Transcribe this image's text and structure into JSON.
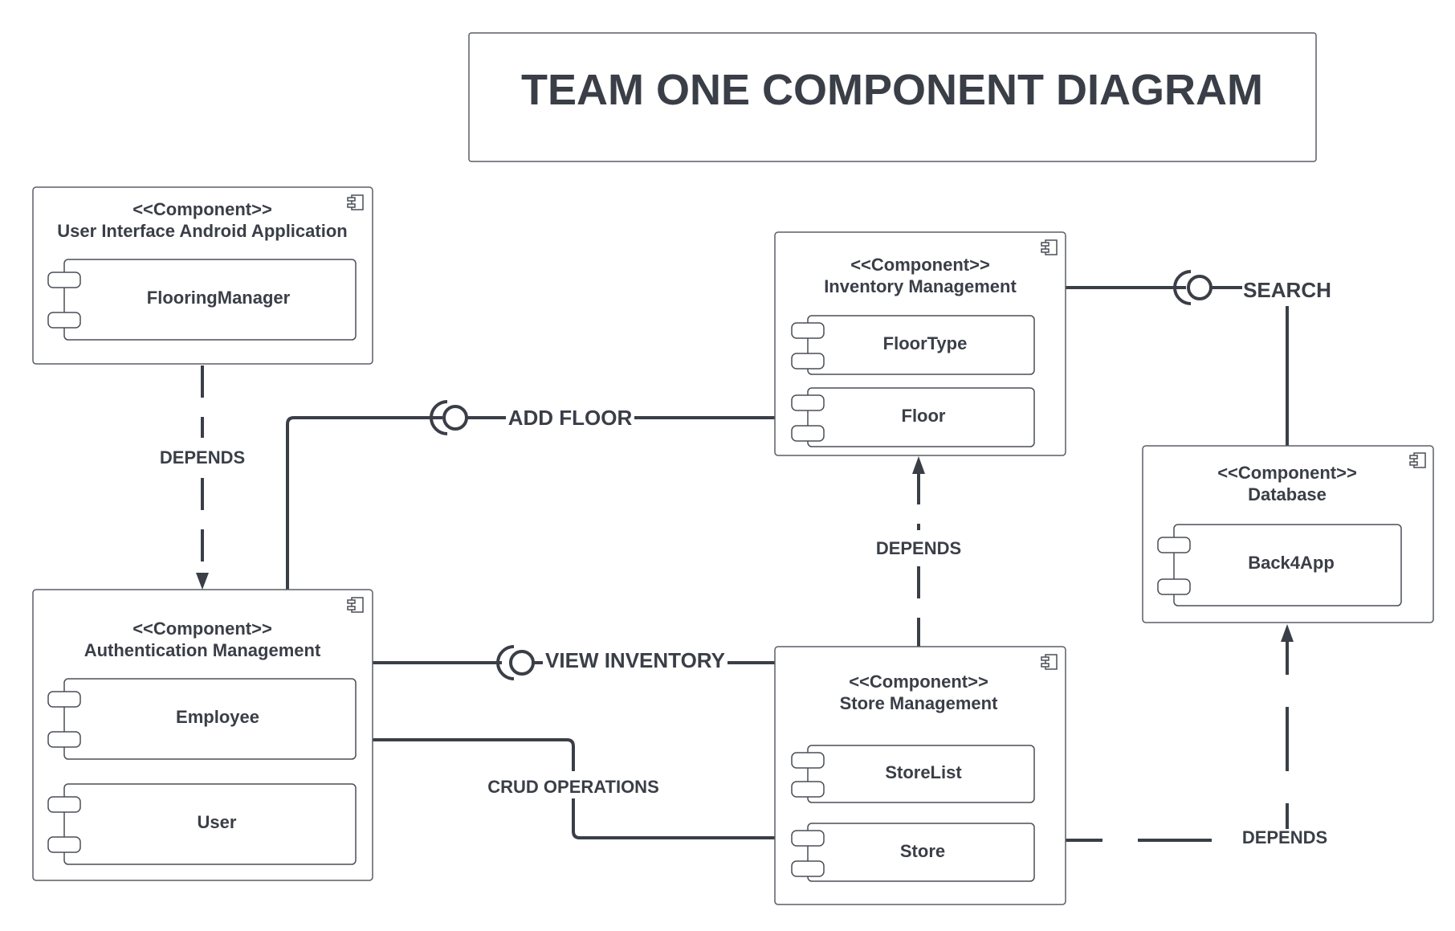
{
  "title": "TEAM ONE COMPONENT DIAGRAM",
  "stereotype": "<<Component>>",
  "components": {
    "ui": {
      "name": "User Interface Android Application",
      "parts": [
        "FlooringManager"
      ]
    },
    "inventory": {
      "name": "Inventory Management",
      "parts": [
        "FloorType",
        "Floor"
      ]
    },
    "database": {
      "name": "Database",
      "parts": [
        "Back4App"
      ]
    },
    "auth": {
      "name": "Authentication Management",
      "parts": [
        "Employee",
        "User"
      ]
    },
    "store": {
      "name": "Store Management",
      "parts": [
        "StoreList",
        "Store"
      ]
    }
  },
  "labels": {
    "depends_ui_auth": "DEPENDS",
    "add_floor": "ADD FLOOR",
    "search": "SEARCH",
    "depends_store_inventory": "DEPENDS",
    "view_inventory": "VIEW INVENTORY",
    "crud_operations": "CRUD OPERATIONS",
    "depends_store_database": "DEPENDS"
  },
  "colors": {
    "stroke": "#3a3e47",
    "border": "#5a5e66",
    "background": "#ffffff"
  }
}
